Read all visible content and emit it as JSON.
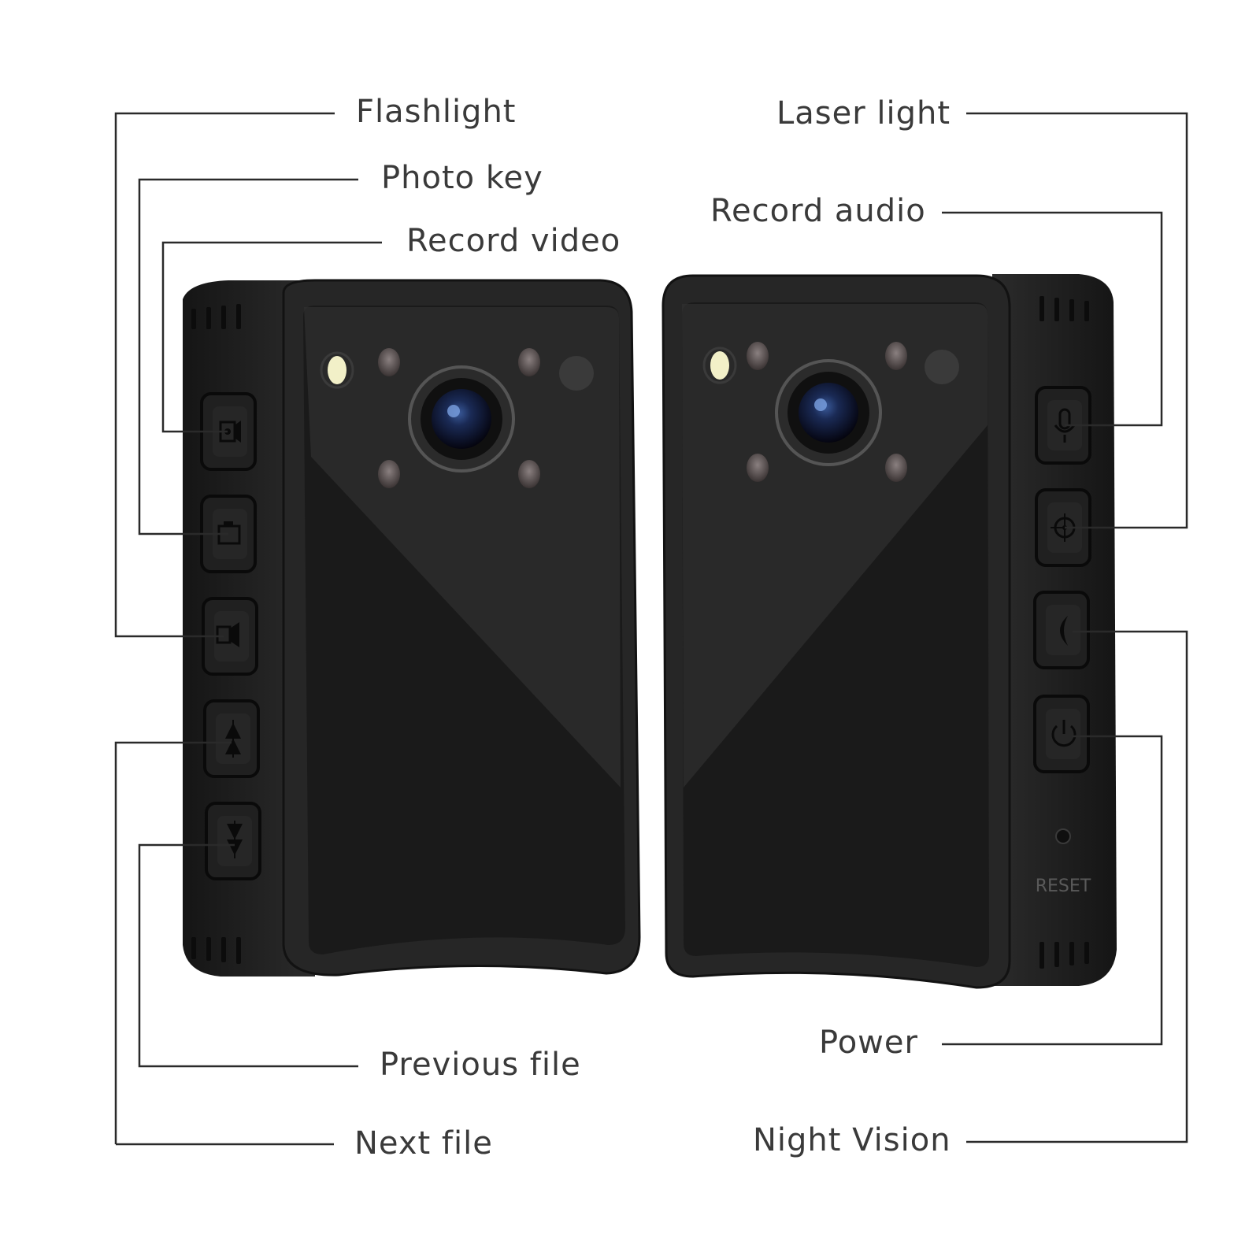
{
  "callouts": {
    "flashlight": "Flashlight",
    "photo_key": "Photo key",
    "record_video": "Record video",
    "previous_file": "Previous file",
    "next_file": "Next file",
    "laser_light": "Laser light",
    "record_audio": "Record audio",
    "power": "Power",
    "night_vision": "Night Vision"
  },
  "device": {
    "reset_label": "RESET"
  },
  "colors": {
    "body": "#1e1e1e",
    "rim": "#2c2c2c",
    "glass": "#1a1a1a",
    "button": "#202020",
    "leader_line": "#2a2a2a",
    "label_text": "#3a3a3a"
  }
}
